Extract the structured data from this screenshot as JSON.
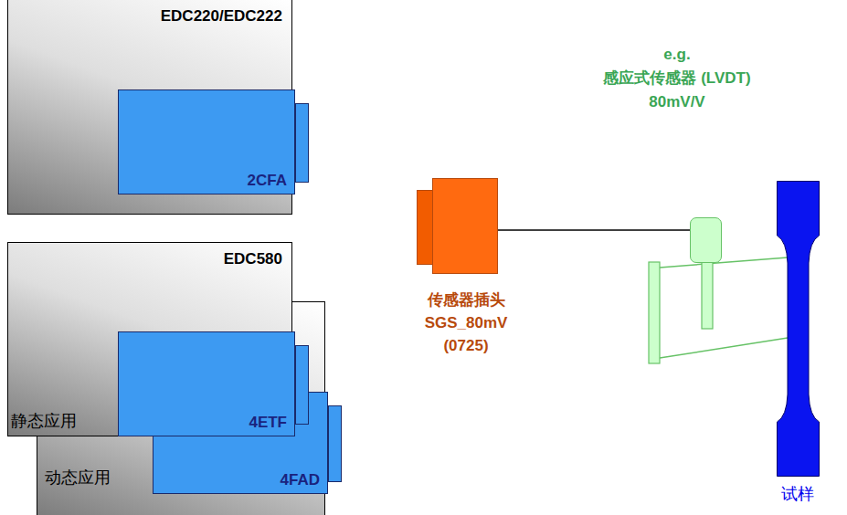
{
  "diagram": {
    "nodes": [
      {
        "text": [
          "EDC220/EDC222"
        ]
      },
      {
        "text": [
          "2CFA"
        ],
        "in": 0
      },
      {
        "text": [
          "EDC580",
          "静态应用"
        ]
      },
      {
        "text": [
          "4ETF"
        ],
        "in": 2
      },
      {
        "text": [
          "动态应用"
        ]
      },
      {
        "text": [
          "4FAD"
        ],
        "in": 4
      },
      {
        "text": [
          "传感器插头",
          "SGS_80mV (0725)"
        ]
      },
      {
        "text": [
          "e.g.",
          "感应式传感器 (LVDT)",
          "80mV/V"
        ]
      },
      {
        "text": [
          "试样"
        ]
      }
    ],
    "edges": [
      {
        "from": 6,
        "to": 7,
        "arrow": "none"
      }
    ]
  }
}
